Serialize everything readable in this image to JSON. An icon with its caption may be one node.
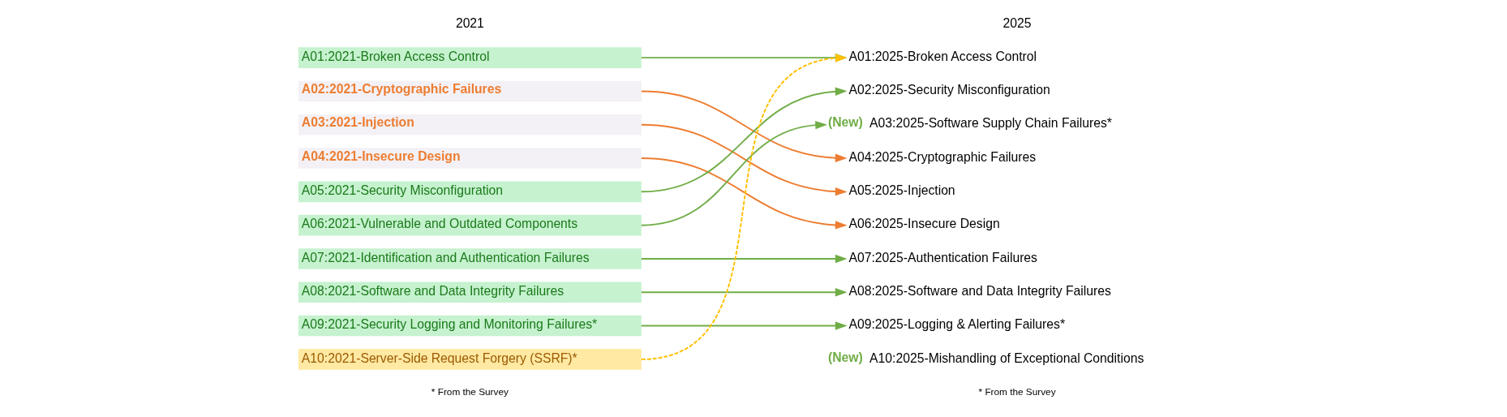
{
  "diagram": {
    "nodes": [
      {
        "text": [
          "A01:2021-Broken Access Control"
        ]
      },
      {
        "text": [
          "A02:2021-Cryptographic Failures"
        ]
      },
      {
        "text": [
          "A03:2021-Injection"
        ]
      },
      {
        "text": [
          "A04:2021-Insecure Design"
        ]
      },
      {
        "text": [
          "A05:2021-Security Misconfiguration"
        ]
      },
      {
        "text": [
          "A06:2021-Vulnerable and Outdated Components"
        ]
      },
      {
        "text": [
          "A07:2021-Identification and Authentication Failures"
        ]
      },
      {
        "text": [
          "A08:2021-Software and Data Integrity Failures"
        ]
      },
      {
        "text": [
          "A09:2021-Security Logging and Monitoring Failures*"
        ]
      },
      {
        "text": [
          "A10:2021-Server-Side Request Forgery (SSRF)*"
        ]
      },
      {
        "text": [
          "A01:2025-Broken Access Control"
        ]
      },
      {
        "text": [
          "A02:2025-Security Misconfiguration"
        ]
      },
      {
        "text": [
          "A03:2025-Software Supply Chain Failures*"
        ],
        "beside": [
          "(New)"
        ]
      },
      {
        "text": [
          "A04:2025-Cryptographic Failures"
        ]
      },
      {
        "text": [
          "A05:2025-Injection"
        ]
      },
      {
        "text": [
          "A06:2025-Insecure Design"
        ]
      },
      {
        "text": [
          "A07:2025-Authentication Failures"
        ]
      },
      {
        "text": [
          "A08:2025-Software and Data Integrity Failures"
        ]
      },
      {
        "text": [
          "A09:2025-Logging & Alerting Failures*"
        ]
      },
      {
        "text": [
          "A10:2025-Mishandling of Exceptional Conditions"
        ],
        "beside": [
          "(New)"
        ]
      }
    ],
    "edges": [
      {
        "from": 0,
        "to": 10,
        "arrow": "to"
      },
      {
        "from": 1,
        "to": 13,
        "arrow": "to",
        "color": "#ed7d31"
      },
      {
        "from": 2,
        "to": 14,
        "arrow": "to",
        "color": "#ed7d31"
      },
      {
        "from": 3,
        "to": 15,
        "arrow": "to",
        "color": "#ed7d31"
      },
      {
        "from": 4,
        "to": 11,
        "arrow": "to"
      },
      {
        "from": 5,
        "to": 12,
        "arrow": "to"
      },
      {
        "from": 6,
        "to": 16,
        "arrow": "to"
      },
      {
        "from": 7,
        "to": 17,
        "arrow": "to"
      },
      {
        "from": 8,
        "to": 18,
        "arrow": "to"
      },
      {
        "from": 9,
        "to": 10,
        "arrow": "to",
        "style": "dashed",
        "color": "#ffc000"
      }
    ],
    "labels": [
      "2021",
      "2025",
      "* From the Survey",
      "* From the Survey"
    ]
  }
}
